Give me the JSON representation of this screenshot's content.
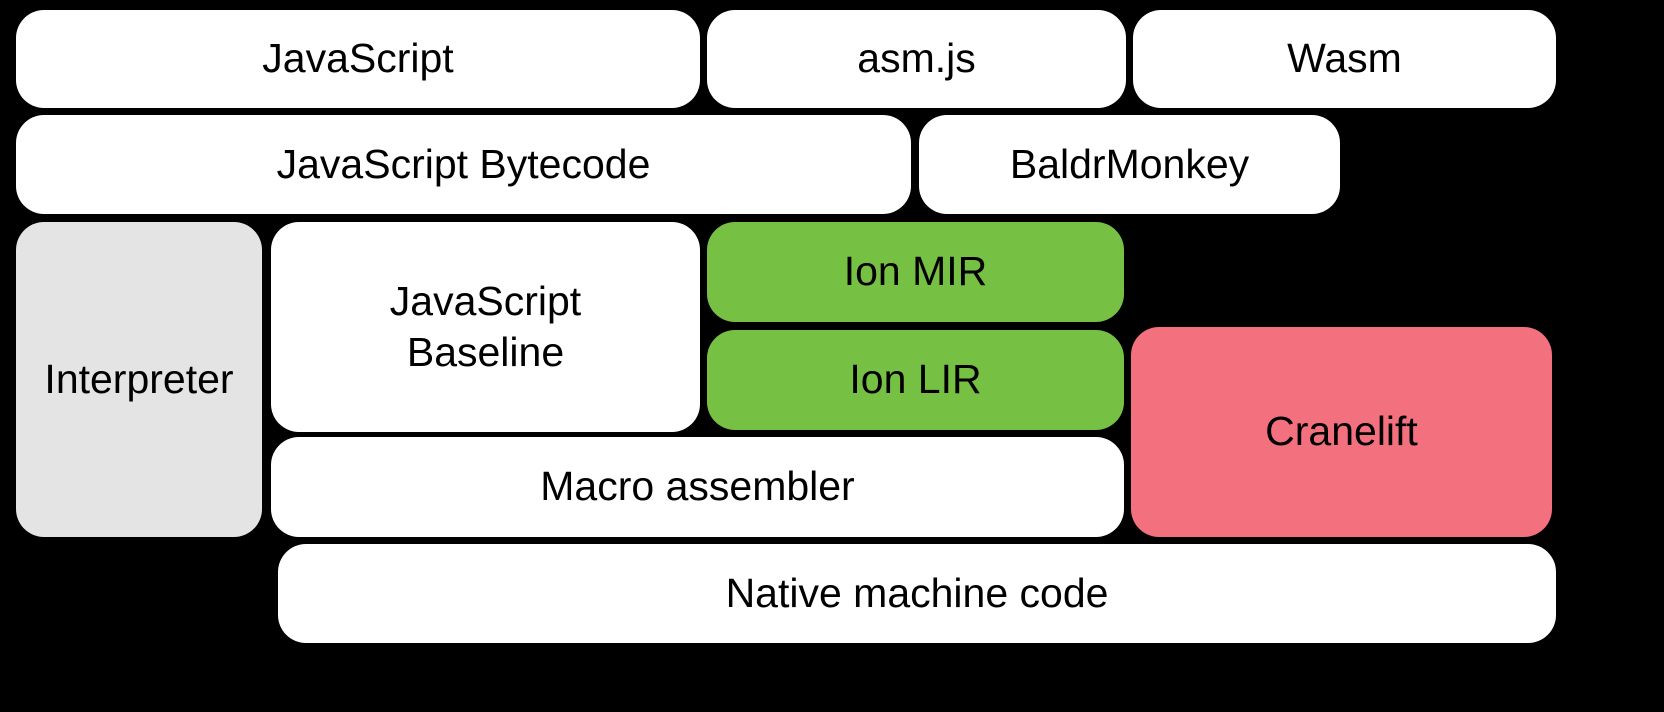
{
  "diagram": {
    "background": "#000000",
    "text_color": "#000000",
    "nodes": {
      "javascript": {
        "label": "JavaScript",
        "color": "#ffffff"
      },
      "asmjs": {
        "label": "asm.js",
        "color": "#ffffff"
      },
      "wasm": {
        "label": "Wasm",
        "color": "#ffffff"
      },
      "bytecode": {
        "label": "JavaScript Bytecode",
        "color": "#ffffff"
      },
      "baldrmonkey": {
        "label": "BaldrMonkey",
        "color": "#ffffff"
      },
      "interpreter": {
        "label": "Interpreter",
        "color": "#e4e4e4"
      },
      "baseline": {
        "label": "JavaScript\nBaseline",
        "color": "#ffffff"
      },
      "ion_mir": {
        "label": "Ion MIR",
        "color": "#76c043"
      },
      "ion_lir": {
        "label": "Ion LIR",
        "color": "#76c043"
      },
      "cranelift": {
        "label": "Cranelift",
        "color": "#f3707f"
      },
      "macro_assembler": {
        "label": "Macro assembler",
        "color": "#ffffff"
      },
      "native": {
        "label": "Native machine code",
        "color": "#ffffff"
      }
    }
  }
}
